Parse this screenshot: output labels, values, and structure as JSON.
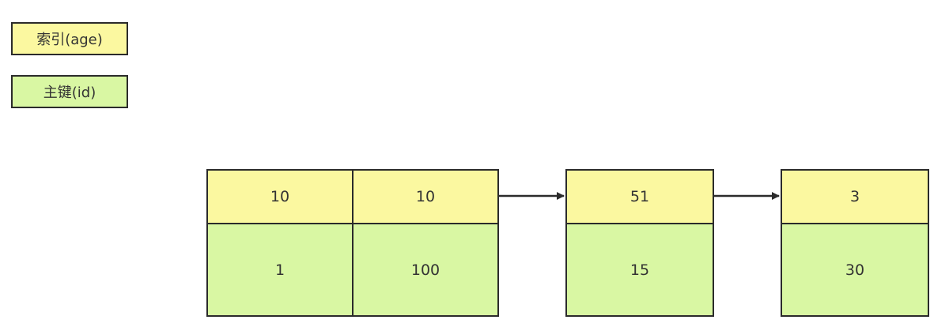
{
  "legend": [
    {
      "label": "索引(age)",
      "color": "#fbf8a0"
    },
    {
      "label": "主键(id)",
      "color": "#d9f7a3"
    }
  ],
  "nodes": [
    {
      "entries": [
        {
          "age": "10",
          "id": "1"
        },
        {
          "age": "10",
          "id": "100"
        }
      ]
    },
    {
      "entries": [
        {
          "age": "51",
          "id": "15"
        }
      ]
    },
    {
      "entries": [
        {
          "age": "3",
          "id": "30"
        }
      ]
    }
  ],
  "colors": {
    "index": "#fbf8a0",
    "primary_key": "#d9f7a3",
    "border": "#2b2b2b"
  }
}
